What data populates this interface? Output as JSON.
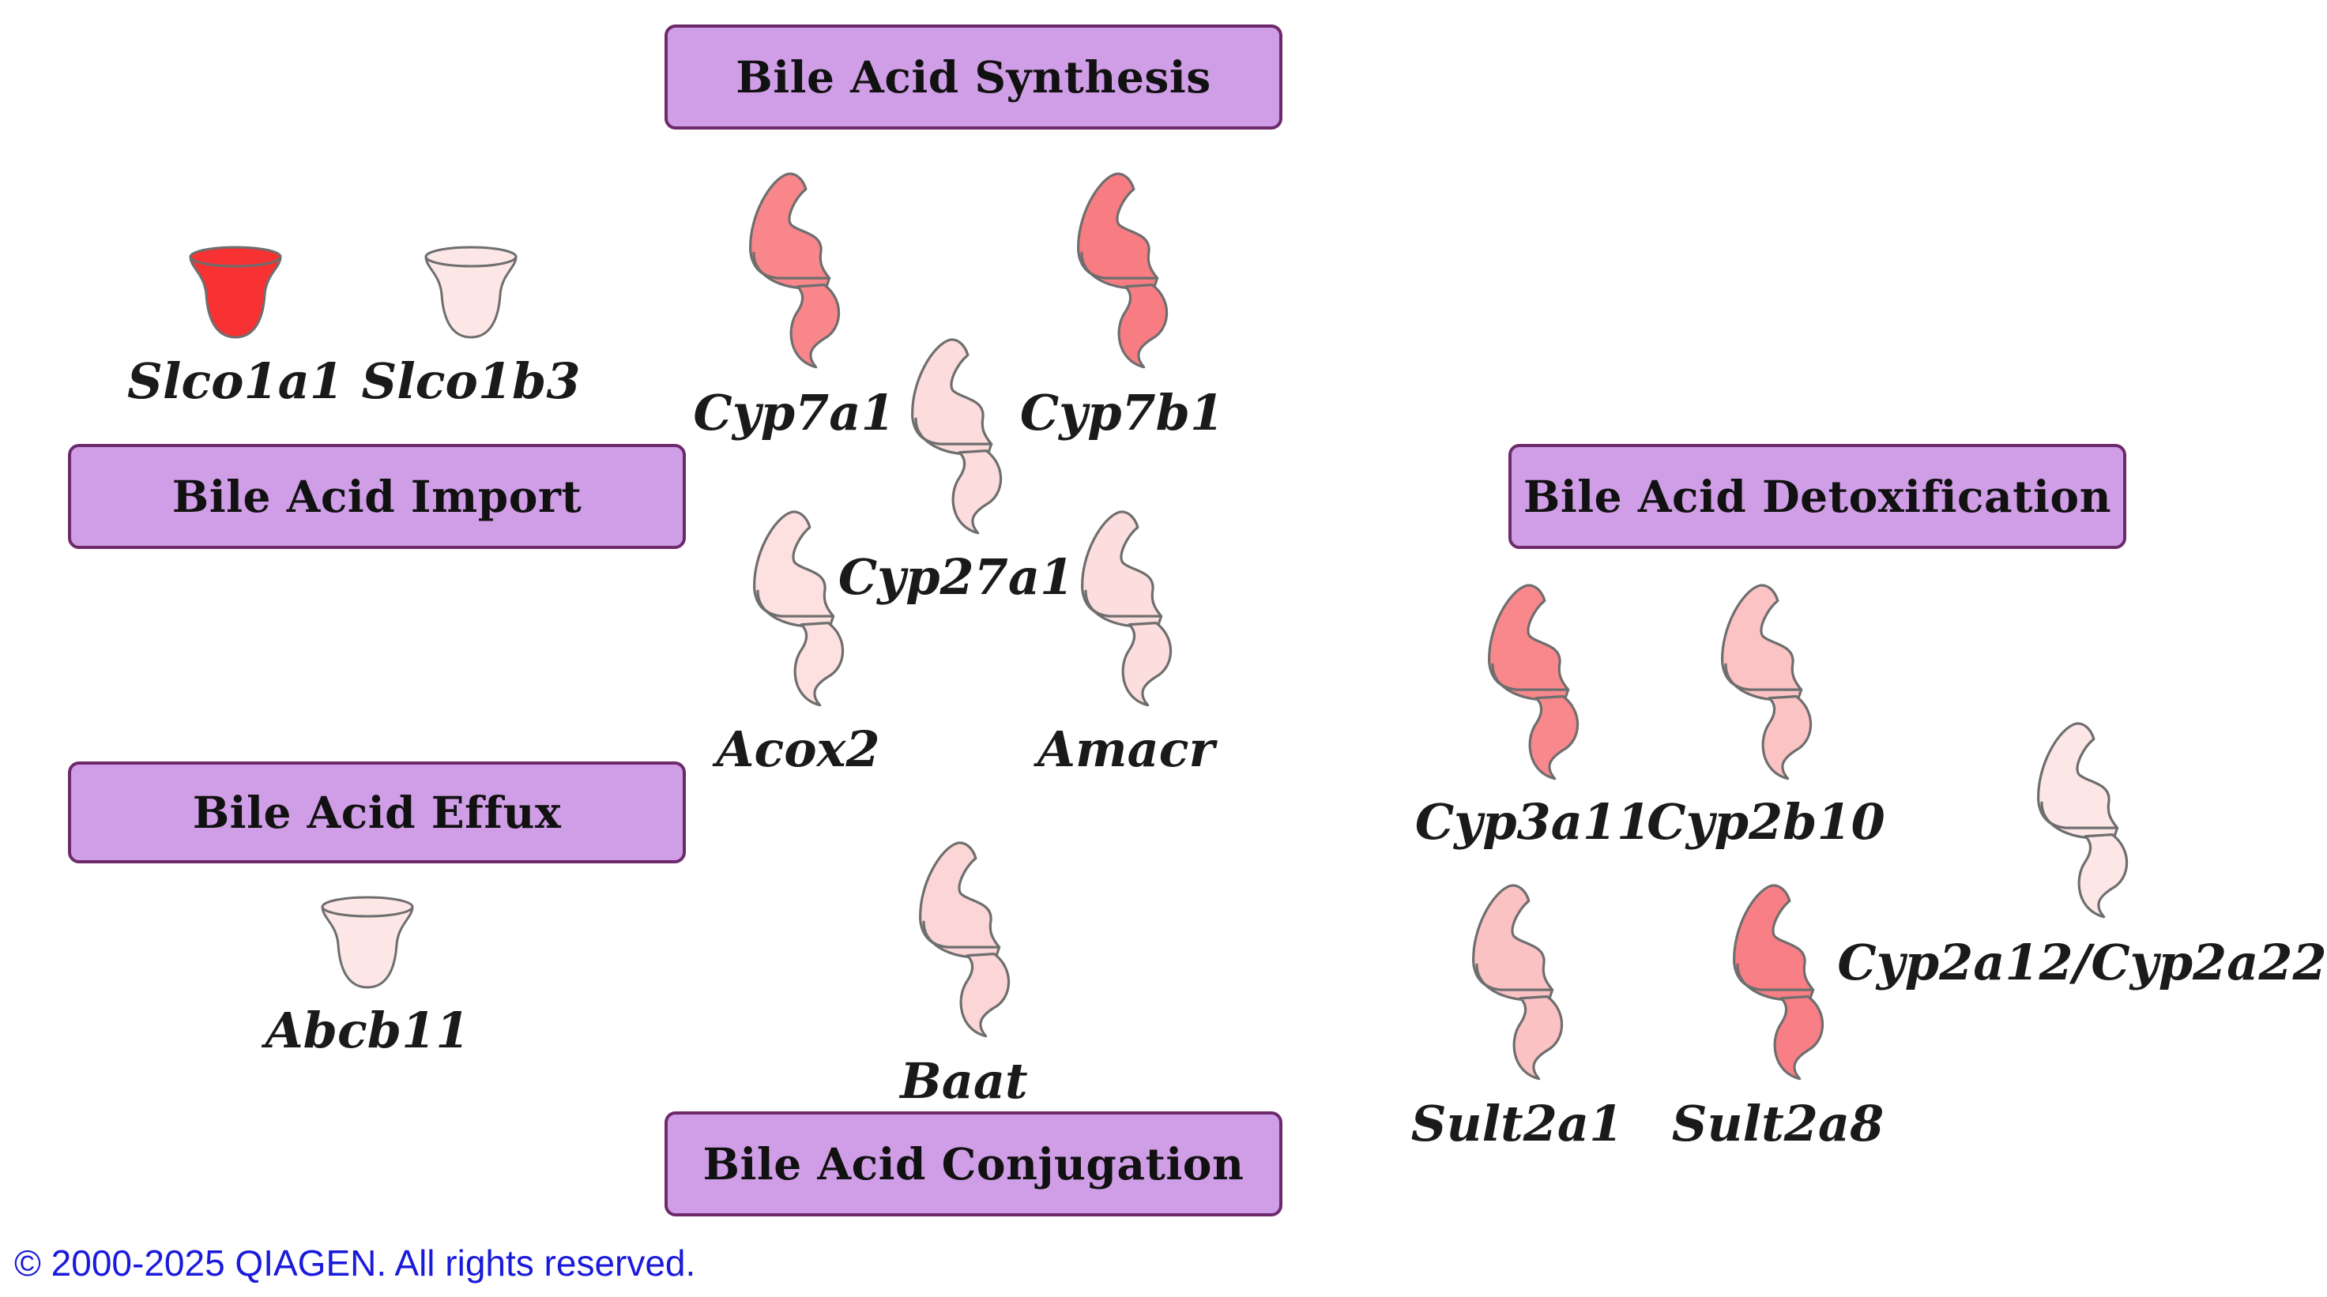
{
  "categories": {
    "synthesis": "Bile Acid Synthesis",
    "import": "Bile Acid Import",
    "effux": "Bile Acid Effux",
    "detoxification": "Bile Acid Detoxification",
    "conjugation": "Bile Acid Conjugation"
  },
  "genes": [
    {
      "id": "slco1a1",
      "label": "Slco1a1",
      "shape": "transporter-icon",
      "fill": "#f83232"
    },
    {
      "id": "slco1b3",
      "label": "Slco1b3",
      "shape": "transporter-icon",
      "fill": "#fde6e6"
    },
    {
      "id": "abcb11",
      "label": "Abcb11",
      "shape": "transporter-icon",
      "fill": "#fde6e6"
    },
    {
      "id": "cyp7a1",
      "label": "Cyp7a1",
      "shape": "enzyme-icon",
      "fill": "#f8868b"
    },
    {
      "id": "cyp7b1",
      "label": "Cyp7b1",
      "shape": "enzyme-icon",
      "fill": "#f77d83"
    },
    {
      "id": "cyp27a1",
      "label": "Cyp27a1",
      "shape": "enzyme-icon",
      "fill": "#fcdcdc"
    },
    {
      "id": "acox2",
      "label": "Acox2",
      "shape": "enzyme-icon",
      "fill": "#fde0e0"
    },
    {
      "id": "amacr",
      "label": "Amacr",
      "shape": "enzyme-icon",
      "fill": "#fddede"
    },
    {
      "id": "baat",
      "label": "Baat",
      "shape": "enzyme-icon",
      "fill": "#fcd6d6"
    },
    {
      "id": "cyp3a11",
      "label": "Cyp3a11",
      "shape": "enzyme-icon",
      "fill": "#f8888c"
    },
    {
      "id": "cyp2b10",
      "label": "Cyp2b10",
      "shape": "enzyme-icon",
      "fill": "#fbc3c4"
    },
    {
      "id": "cyp2a12",
      "label": "Cyp2a12/Cyp2a22",
      "shape": "enzyme-icon",
      "fill": "#fde6e6"
    },
    {
      "id": "sult2a1",
      "label": "Sult2a1",
      "shape": "enzyme-icon",
      "fill": "#fbc2c4"
    },
    {
      "id": "sult2a8",
      "label": "Sult2a8",
      "shape": "enzyme-icon",
      "fill": "#f77f85"
    }
  ],
  "colors": {
    "category_fill": "#d09ee6",
    "category_border": "#6d2a6b",
    "outline": "#6e6e6e"
  },
  "footer": {
    "copyright": "© 2000-2025 QIAGEN. All rights reserved."
  }
}
